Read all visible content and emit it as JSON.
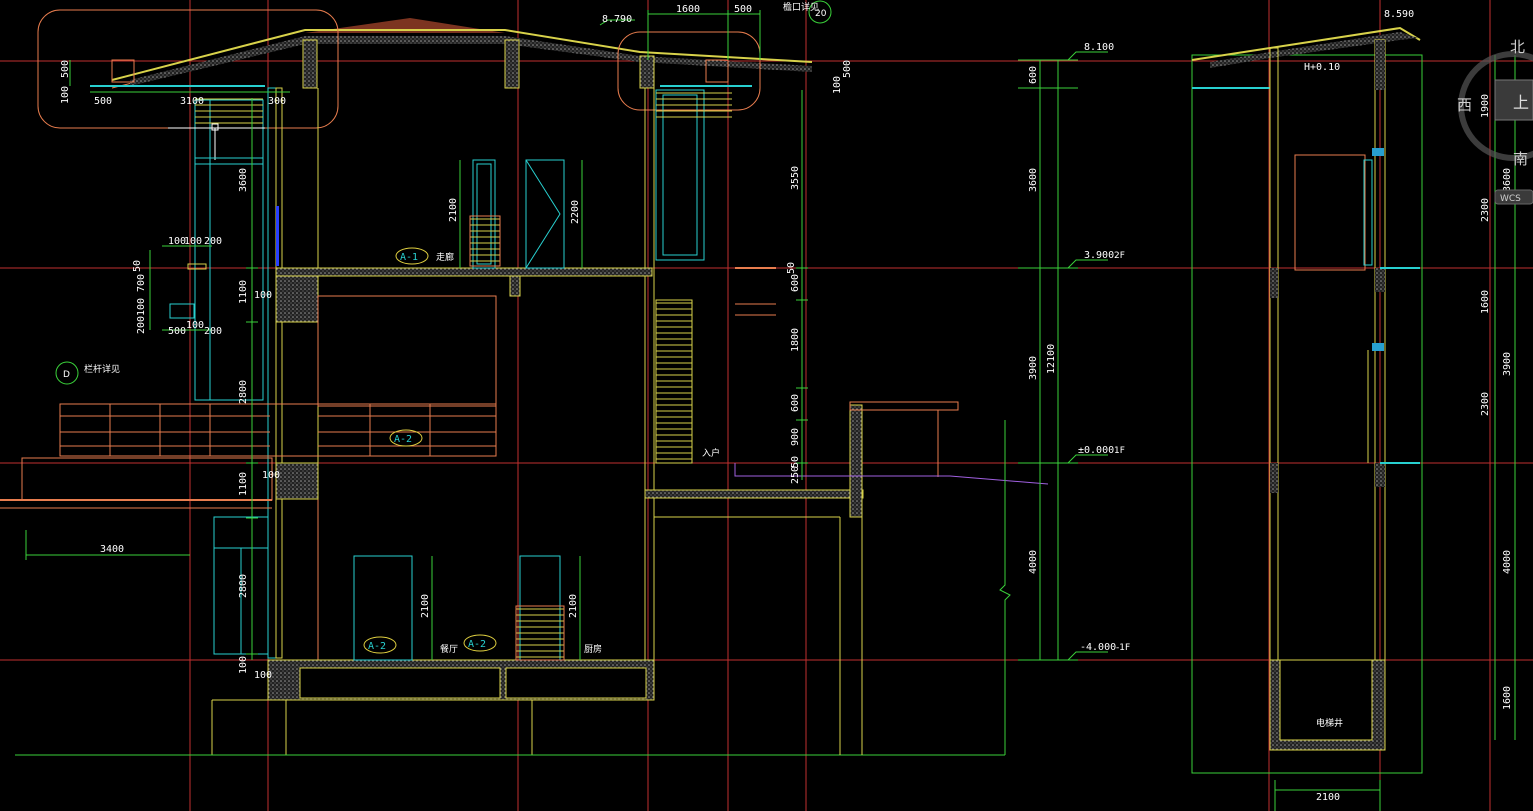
{
  "colors": {
    "background": "#000000",
    "axis_red": "#c0302f",
    "wall_orange": "#e87d4e",
    "outline_yellow": "#d8d24a",
    "window_cyan": "#28d0d0",
    "dim_green": "#3ad13a",
    "white": "#ffffff",
    "hatch_gray": "#8a8a8a",
    "roof_brown": "#b04a2e",
    "purple": "#a060e0",
    "tag_yellow": "#e0d040"
  },
  "section_left": {
    "roof": {
      "top_elev": "8.790",
      "top_dims": [
        "1600",
        "500"
      ],
      "eave_dims_left": [
        "500",
        "3100",
        "300"
      ],
      "eave_vert_left": [
        "500",
        "100"
      ],
      "eave_vert_right": [
        "500",
        "100"
      ],
      "note": "檐口详见",
      "detail_no": "20"
    },
    "left_dims": {
      "vertical": [
        "3600",
        "1100",
        "2800",
        "1100",
        "2800",
        "100"
      ],
      "top_row": [
        "100",
        "100",
        "200"
      ],
      "mid_row": [
        "500",
        "200"
      ],
      "small_vert": [
        "50",
        "700",
        "100",
        "200",
        "100"
      ],
      "horizontal_3400": "3400",
      "side_100": [
        "100",
        "100",
        "100"
      ]
    },
    "inner_dims": {
      "door_upper": [
        "2100",
        "2200"
      ],
      "door_lower": [
        "2100",
        "2100"
      ]
    },
    "right_dims": [
      "3550",
      "50",
      "600",
      "1800",
      "600",
      "900",
      "250",
      "50"
    ],
    "railing_note": "栏杆详见",
    "railing_detail_no": "D",
    "tags": [
      "A-1",
      "A-2",
      "A-2",
      "A-2"
    ],
    "room_labels": {
      "upper": "走廊",
      "lower_left": "餐厅",
      "lower_right": "厨房",
      "entry": "入户"
    },
    "total_dims": {
      "segments": [
        "600",
        "3600",
        "3900",
        "4000"
      ],
      "total": "12100"
    },
    "elevations": [
      {
        "value": "8.100",
        "suffix": ""
      },
      {
        "value": "3.900",
        "suffix": "2F"
      },
      {
        "value": "±0.000",
        "suffix": "1F"
      },
      {
        "value": "-4.000",
        "suffix": "-1F"
      }
    ]
  },
  "section_right": {
    "top_elev": "8.590",
    "note_h": "H+0.10",
    "dims_inner": [
      "1900",
      "3600",
      "2300",
      "1600",
      "3900",
      "2300",
      "4000",
      "1600"
    ],
    "dims_outer": [
      "3600",
      "3900",
      "4000"
    ],
    "bottom_dim": "2100",
    "shaft_label": "电梯井"
  },
  "viewcube": {
    "north": "北",
    "west": "西",
    "south": "南",
    "top": "上",
    "wcs": "WCS"
  }
}
